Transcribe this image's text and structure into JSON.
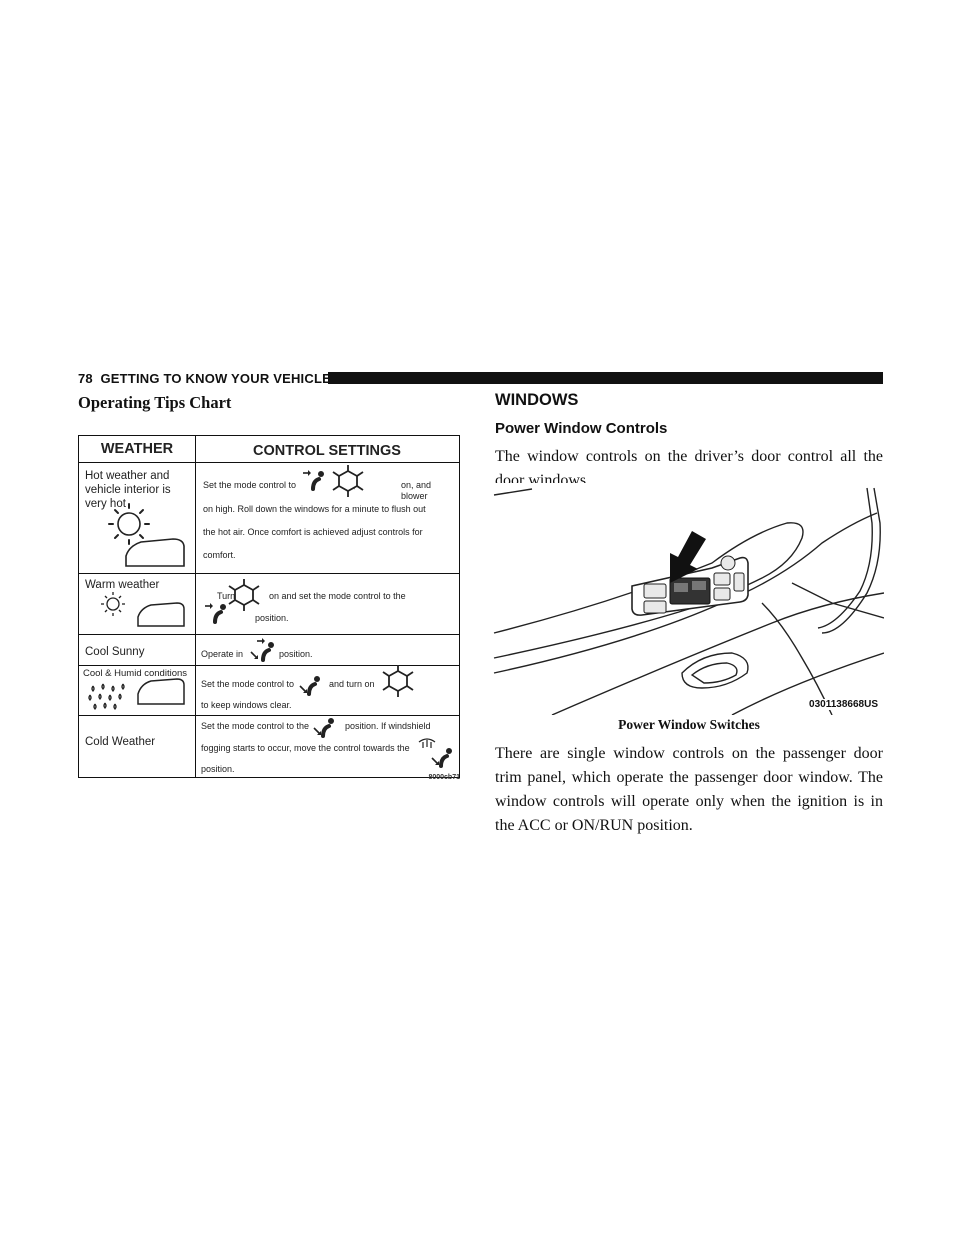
{
  "header": {
    "page_number": "78",
    "section": "GETTING TO KNOW YOUR VEHICLE"
  },
  "left": {
    "title": "Operating Tips Chart",
    "chart": {
      "col_weather": "WEATHER",
      "col_settings": "CONTROL SETTINGS",
      "rows": [
        {
          "weather": "Hot weather and vehicle interior is very hot",
          "settings_lines": [
            "Set the mode control to",
            ",",
            "on, and blower",
            "on high. Roll down the windows for a minute to flush out",
            "the hot air. Once comfort is achieved adjust controls for",
            "comfort."
          ]
        },
        {
          "weather": "Warm weather",
          "settings_lines": [
            "Turn",
            "on and set the mode control to the",
            "position."
          ]
        },
        {
          "weather": "Cool Sunny",
          "settings_lines": [
            "Operate in",
            "position."
          ]
        },
        {
          "weather": "Cool & Humid conditions",
          "settings_lines": [
            "Set the mode control to",
            "and turn on",
            "to keep windows clear."
          ]
        },
        {
          "weather": "Cold Weather",
          "settings_lines": [
            "Set the mode control to the",
            "position. If windshield",
            "fogging starts to occur, move the control towards the",
            "position."
          ]
        }
      ],
      "figure_code": "8000cb71"
    }
  },
  "right": {
    "heading": "WINDOWS",
    "subheading": "Power Window Controls",
    "para1": "The window controls on the driver’s door control all the door windows.",
    "figure_code": "0301138668US",
    "caption": "Power Window Switches",
    "para2": "There are single window controls on the passenger door trim panel, which operate the passenger door window. The window controls will operate only when the ignition is in the ACC or ON/RUN position."
  },
  "icons": [
    "panel-vent-icon",
    "snowflake-icon",
    "sun-icon",
    "hot-car-icon",
    "rain-drops-icon",
    "floor-vent-icon",
    "defrost-icon",
    "arrow-icon"
  ]
}
